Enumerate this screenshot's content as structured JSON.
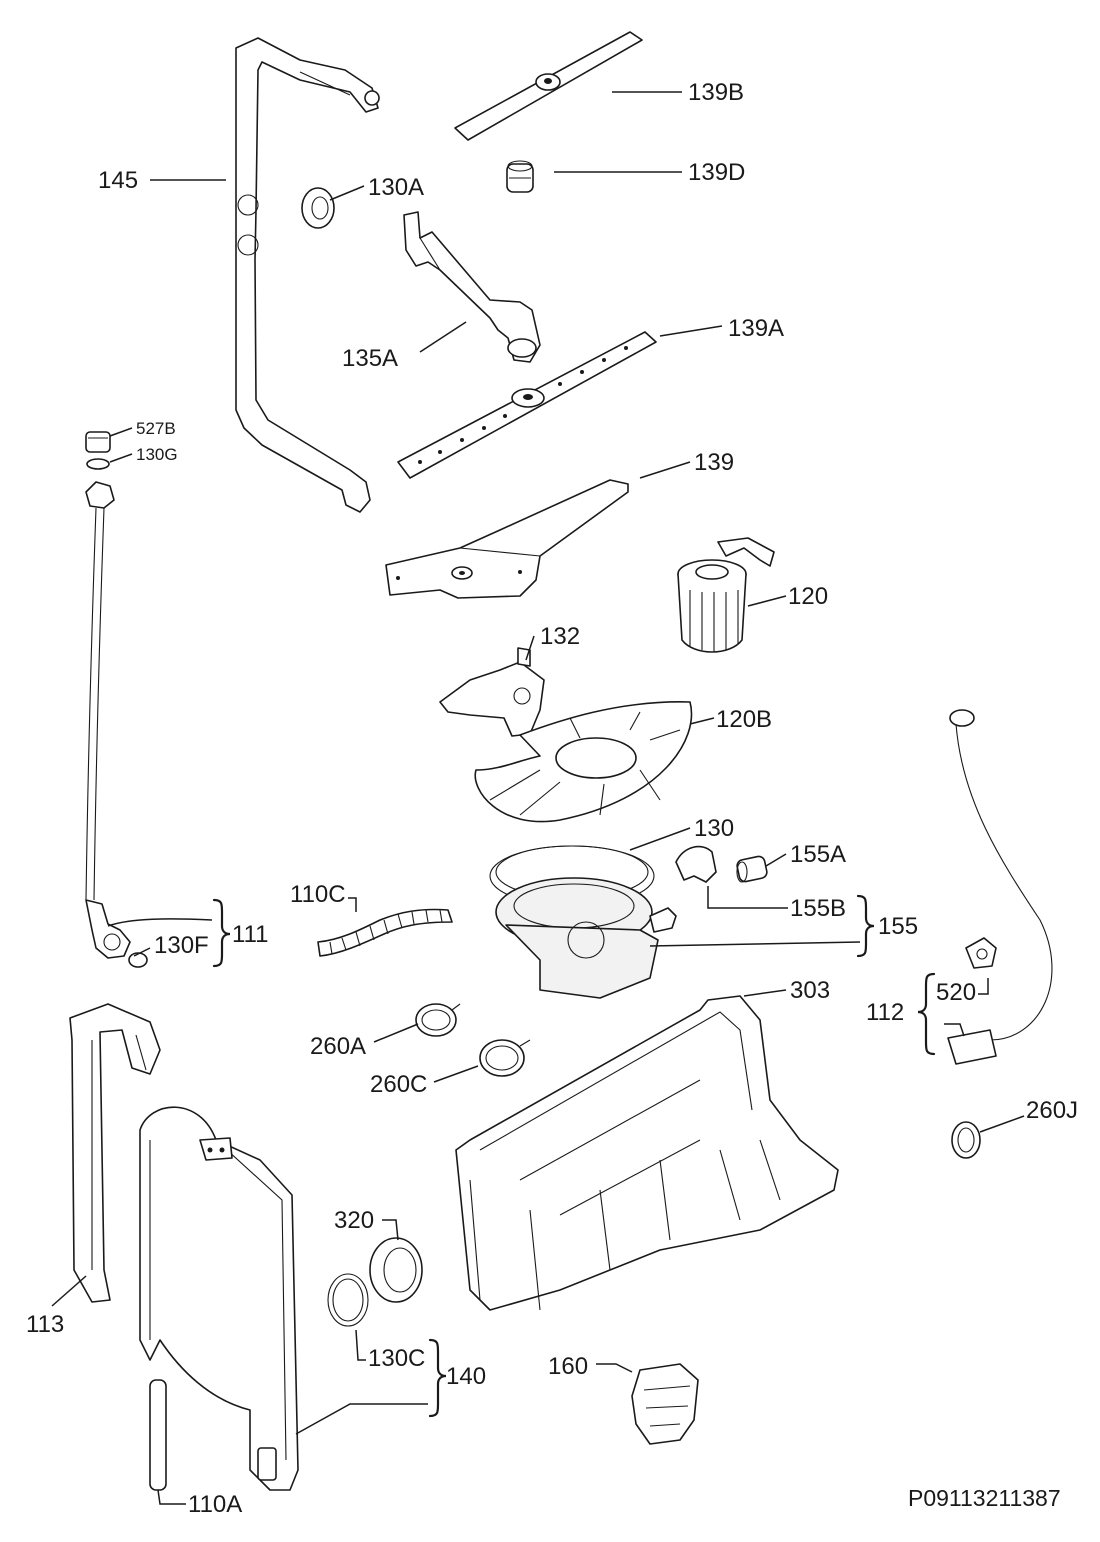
{
  "labels": {
    "p145": "145",
    "p130A": "130A",
    "p139B": "139B",
    "p139D": "139D",
    "p135A": "135A",
    "p139A": "139A",
    "p527B": "527B",
    "p130G": "130G",
    "p139": "139",
    "p120": "120",
    "p132": "132",
    "p120B": "120B",
    "p130": "130",
    "p155A": "155A",
    "p110C": "110C",
    "p155B": "155B",
    "p155": "155",
    "p130F": "130F",
    "p111": "111",
    "p303": "303",
    "p520": "520",
    "p112": "112",
    "p260A": "260A",
    "p260C": "260C",
    "p260J": "260J",
    "p320": "320",
    "p113": "113",
    "p130C": "130C",
    "p140": "140",
    "p160": "160",
    "p110A": "110A"
  },
  "drawing_ref": "P09113211387"
}
